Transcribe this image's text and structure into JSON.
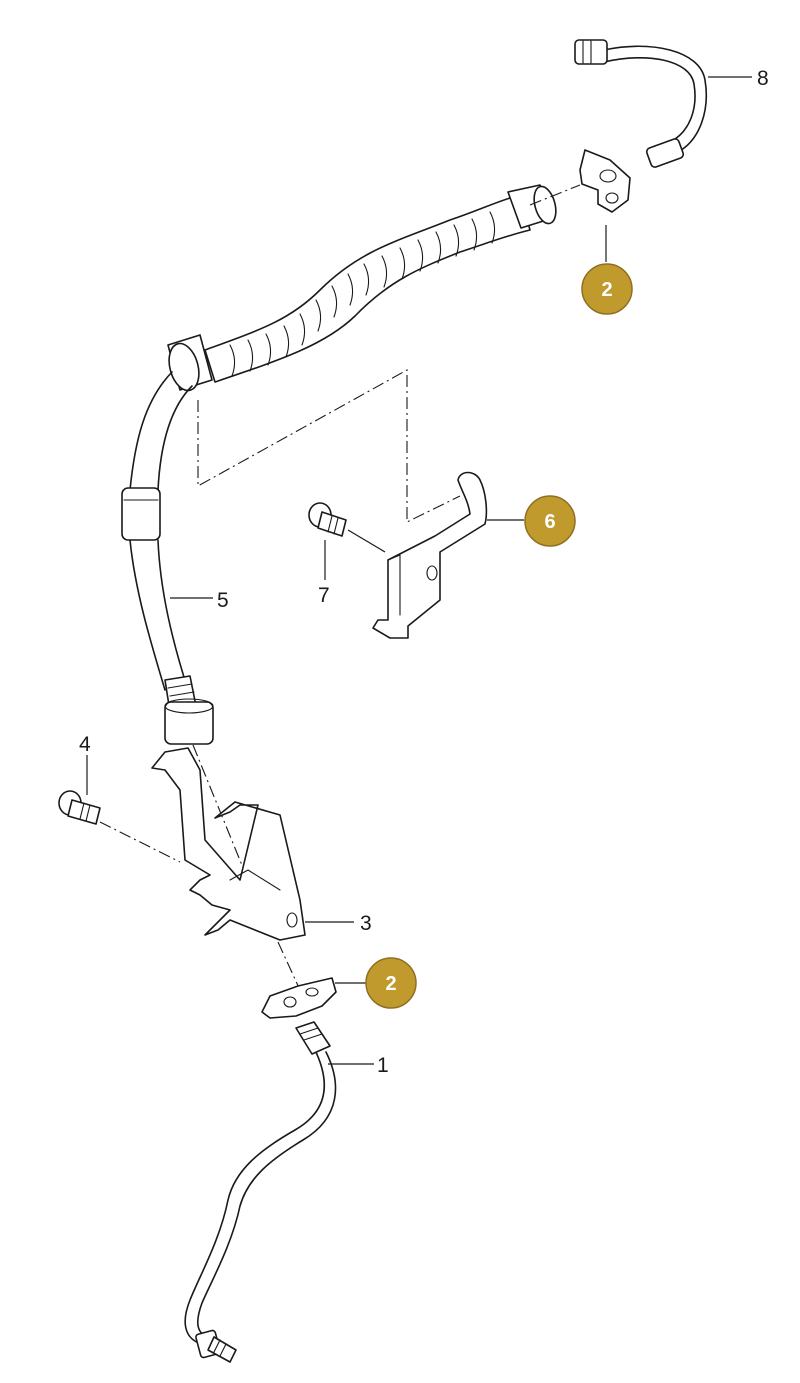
{
  "colors": {
    "badge_fill": "#c19a2e",
    "badge_stroke": "#8f7020",
    "ink": "#1a1a1a",
    "background": "#ffffff"
  },
  "labels": {
    "part_1": "1",
    "part_3": "3",
    "part_4": "4",
    "part_5": "5",
    "part_7": "7",
    "part_8": "8"
  },
  "badges": {
    "clip_top": "2",
    "bracket_upper": "6",
    "clip_bottom": "2"
  }
}
